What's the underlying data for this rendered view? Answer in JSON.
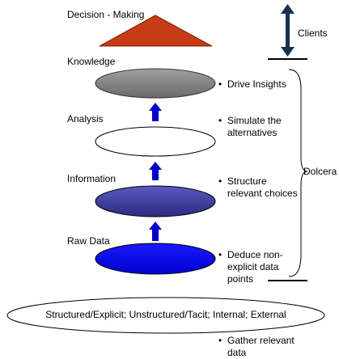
{
  "levels": {
    "decision": "Decision - Making",
    "knowledge": "Knowledge",
    "analysis": "Analysis",
    "information": "Information",
    "raw": "Raw Data"
  },
  "clients": "Clients",
  "dolcera": "Dolcera",
  "bullets": [
    "Drive Insights",
    "Simulate the alternatives",
    "Structure relevant choices",
    "Deduce non-explicit data points",
    "Gather relevant data"
  ],
  "base": "Structured/Explicit; Unstructured/Tacit; Internal; External",
  "colors": {
    "decision_triangle": "#c63c16",
    "knowledge": "#808080",
    "analysis": "#ffffff",
    "information": "#3b3b9e",
    "raw_data": "#0000ee",
    "arrows": "#0000cc",
    "clients_arrow": "#1b2f4f"
  }
}
